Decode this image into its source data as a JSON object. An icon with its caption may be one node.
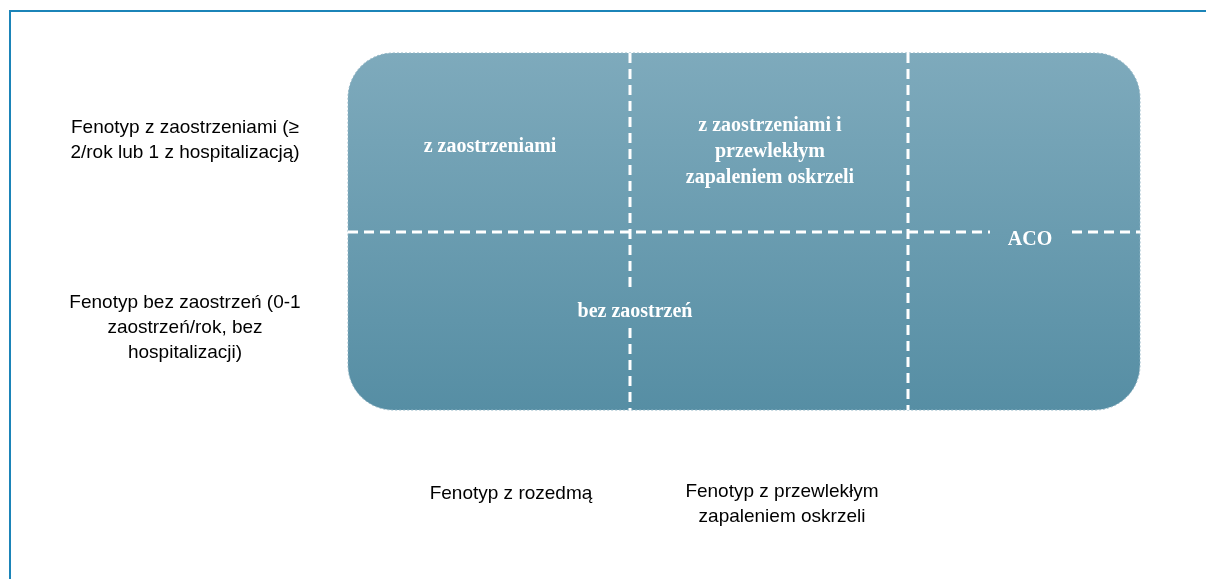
{
  "diagram": {
    "labels": [
      "Fenotyp z zaostrzeniami (≥ 2/rok lub 1 z hospitalizacją)",
      "z zaostrzeniami",
      "z zaostrzeniami i przewlekłym zapaleniem oskrzeli",
      "ACO",
      "Fenotyp bez zaostrzeń (0-1 zaostrzeń/rok, bez hospitalizacji)",
      "bez zaostrzeń",
      "Fenotyp z rozedmą",
      "Fenotyp z przewlekłym zapaleniem oskrzeli"
    ]
  }
}
